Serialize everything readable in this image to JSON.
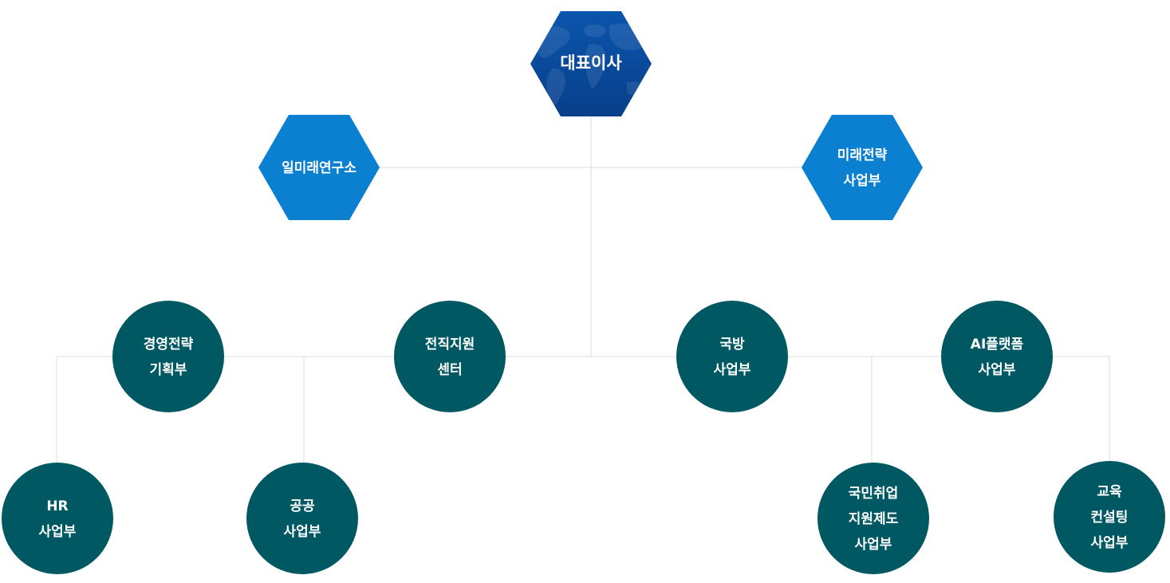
{
  "org_chart": {
    "ceo": {
      "lines": [
        "대표이사"
      ]
    },
    "staff": {
      "lab": {
        "lines": [
          "일미래연구소"
        ]
      },
      "future_strategy": {
        "lines": [
          "미래전략",
          "사업부"
        ]
      }
    },
    "divisions": {
      "management_planning": {
        "lines": [
          "경영전략",
          "기획부"
        ]
      },
      "career_transition": {
        "lines": [
          "전직지원",
          "센터"
        ]
      },
      "defense": {
        "lines": [
          "국방",
          "사업부"
        ]
      },
      "ai_platform": {
        "lines": [
          "AI플랫폼",
          "사업부"
        ]
      }
    },
    "units": {
      "hr": {
        "lines": [
          "HR",
          "사업부"
        ]
      },
      "public": {
        "lines": [
          "공공",
          "사업부"
        ]
      },
      "employment_support": {
        "lines": [
          "국민취업",
          "지원제도",
          "사업부"
        ]
      },
      "education_consulting": {
        "lines": [
          "교육",
          "컨설팅",
          "사업부"
        ]
      }
    },
    "colors": {
      "ceo_fill": "#0a4fa3",
      "ceo_fill_dark": "#08408a",
      "staff_fill": "#0b7fd0",
      "circle_fill": "#005863",
      "connector": "#dedede",
      "text": "#ffffff"
    }
  }
}
